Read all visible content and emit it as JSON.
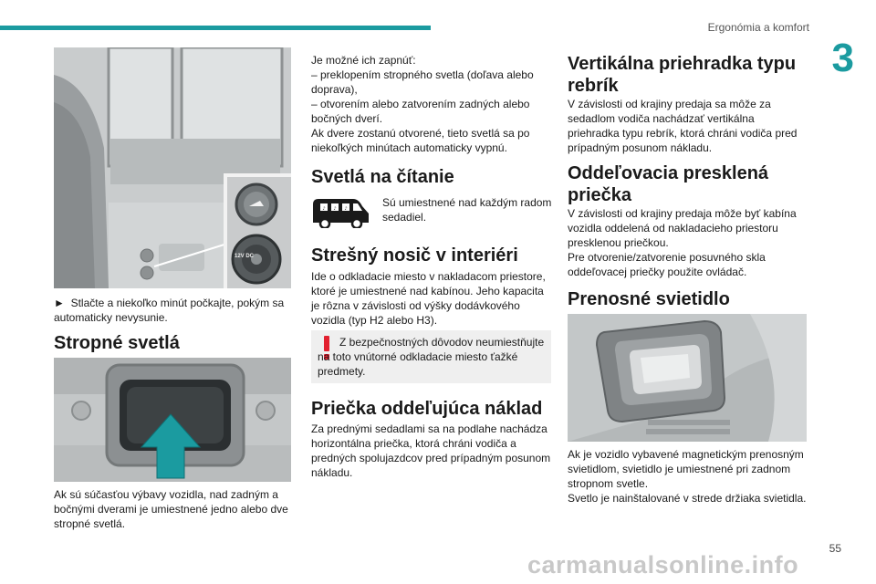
{
  "header": {
    "section_title": "Ergonómia a komfort",
    "chapter_number": "3"
  },
  "col1": {
    "fig1_socket_label": "12V DC",
    "step_marker": "►",
    "step_text": "Stlačte a niekoľko minút počkajte, pokým sa automaticky nevysunie.",
    "h_ceiling": "Stropné svetlá",
    "ceiling_text": "Ak sú súčasťou výbavy vozidla, nad zadným a bočnými dverami je umiestnené jedno alebo dve stropné svetlá."
  },
  "col2": {
    "intro_lines": [
      "Je možné ich zapnúť:",
      "– preklopením stropného svetla (doľava alebo doprava),",
      "– otvorením alebo zatvorením zadných alebo bočných dverí.",
      "Ak dvere zostanú otvorené, tieto svetlá sa po niekoľkých minútach automaticky vypnú."
    ],
    "h_reading": "Svetlá na čítanie",
    "reading_text": "Sú umiestnené nad každým radom sedadiel.",
    "h_roof": "Strešný nosič v interiéri",
    "roof_text": "Ide o odkladacie miesto v nakladacom priestore, ktoré je umiestnené nad kabínou. Jeho kapacita je rôzna v závislosti od výšky dodávkového vozidla (typ H2 alebo H3).",
    "warning_text": "Z bezpečnostných dôvodov neumiestňujte na toto vnútorné odkladacie miesto ťažké predmety.",
    "h_partition": "Priečka oddeľujúca náklad",
    "partition_text": "Za prednými sedadlami sa na podlahe nachádza horizontálna priečka, ktorá chráni vodiča a predných spolujazdcov pred prípadným posunom nákladu."
  },
  "col3": {
    "h_vertical": "Vertikálna priehradka typu rebrík",
    "vertical_text": "V závislosti od krajiny predaja sa môže za sedadlom vodiča nachádzať vertikálna priehradka typu rebrík, ktorá chráni vodiča pred prípadným posunom nákladu.",
    "h_glass": "Oddeľovacia presklená priečka",
    "glass_text_1": "V závislosti od krajiny predaja môže byť kabína vozidla oddelená od nakladacieho priestoru presklenou priečkou.",
    "glass_text_2": "Pre otvorenie/zatvorenie posuvného skla oddeľovacej priečky použite ovládač.",
    "h_portable": "Prenosné svietidlo",
    "portable_text_1": "Ak je vozidlo vybavené magnetickým prenosným svietidlom, svietidlo je umiestnené pri zadnom stropnom svetle.",
    "portable_text_2": "Svetlo je nainštalované v strede držiaka svietidla."
  },
  "footer": {
    "page_number": "55",
    "watermark": "carmanualsonline.info"
  },
  "colors": {
    "accent": "#1b9ba0",
    "warning": "#e2202f"
  }
}
